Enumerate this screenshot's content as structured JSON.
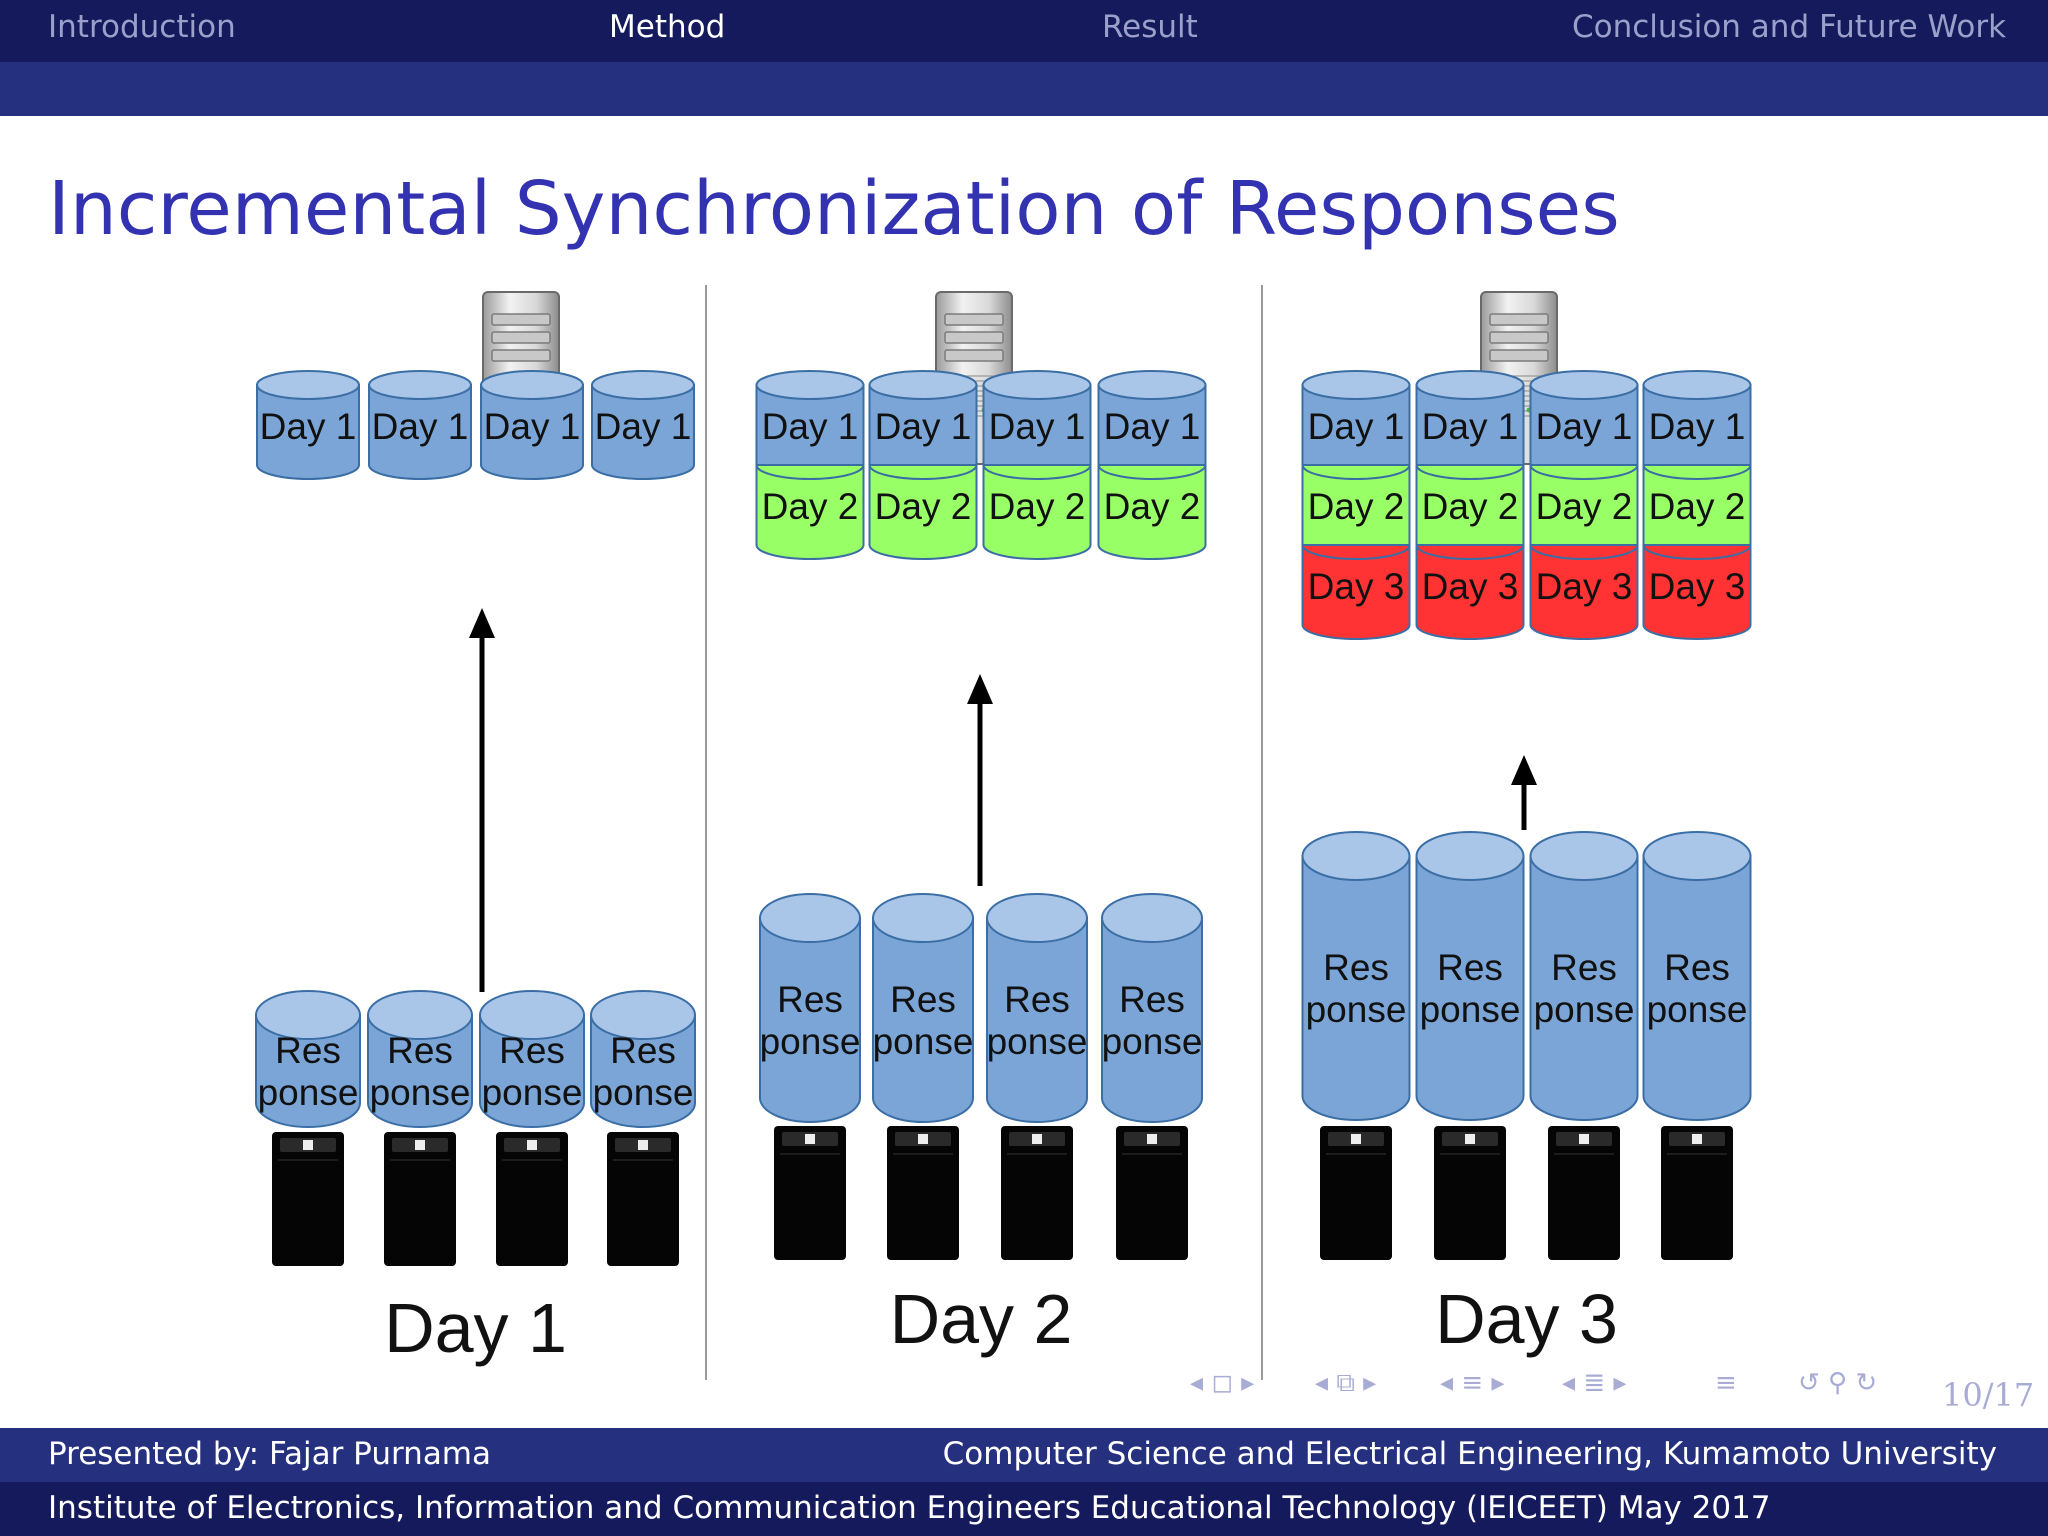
{
  "nav": {
    "items": [
      "Introduction",
      "Method",
      "Result",
      "Conclusion and Future Work"
    ],
    "active": 1
  },
  "title": "Incremental Synchronization of Responses",
  "diagram": {
    "panels": [
      {
        "caption": "Day 1",
        "storage": [
          "Day 1"
        ],
        "response_label": [
          "Res",
          "ponse"
        ]
      },
      {
        "caption": "Day 2",
        "storage": [
          "Day 1",
          "Day 2"
        ],
        "response_label": [
          "Res",
          "ponse"
        ]
      },
      {
        "caption": "Day 3",
        "storage": [
          "Day 1",
          "Day 2",
          "Day 3"
        ],
        "response_label": [
          "Res",
          "ponse"
        ]
      }
    ],
    "colors": {
      "day1": "#7aa5d6",
      "day2": "#99ff66",
      "day3": "#ff3333",
      "response": "#7aa5d6",
      "cylinder_top": "#a9c5e8"
    }
  },
  "slide_nav": {
    "symbols": [
      "◂ ◻ ▸",
      "◂ ⧉ ▸",
      "◂ ≡ ▸",
      "◂ ≣ ▸",
      "≡",
      "↺ ⚲ ↻"
    ],
    "page": "10/17"
  },
  "footer": {
    "presenter": "Presented by: Fajar Purnama",
    "affiliation": "Computer Science and Electrical Engineering, Kumamoto University",
    "event": "Institute of Electronics, Information and Communication Engineers Educational Technology (IEICEET) May 2017"
  }
}
